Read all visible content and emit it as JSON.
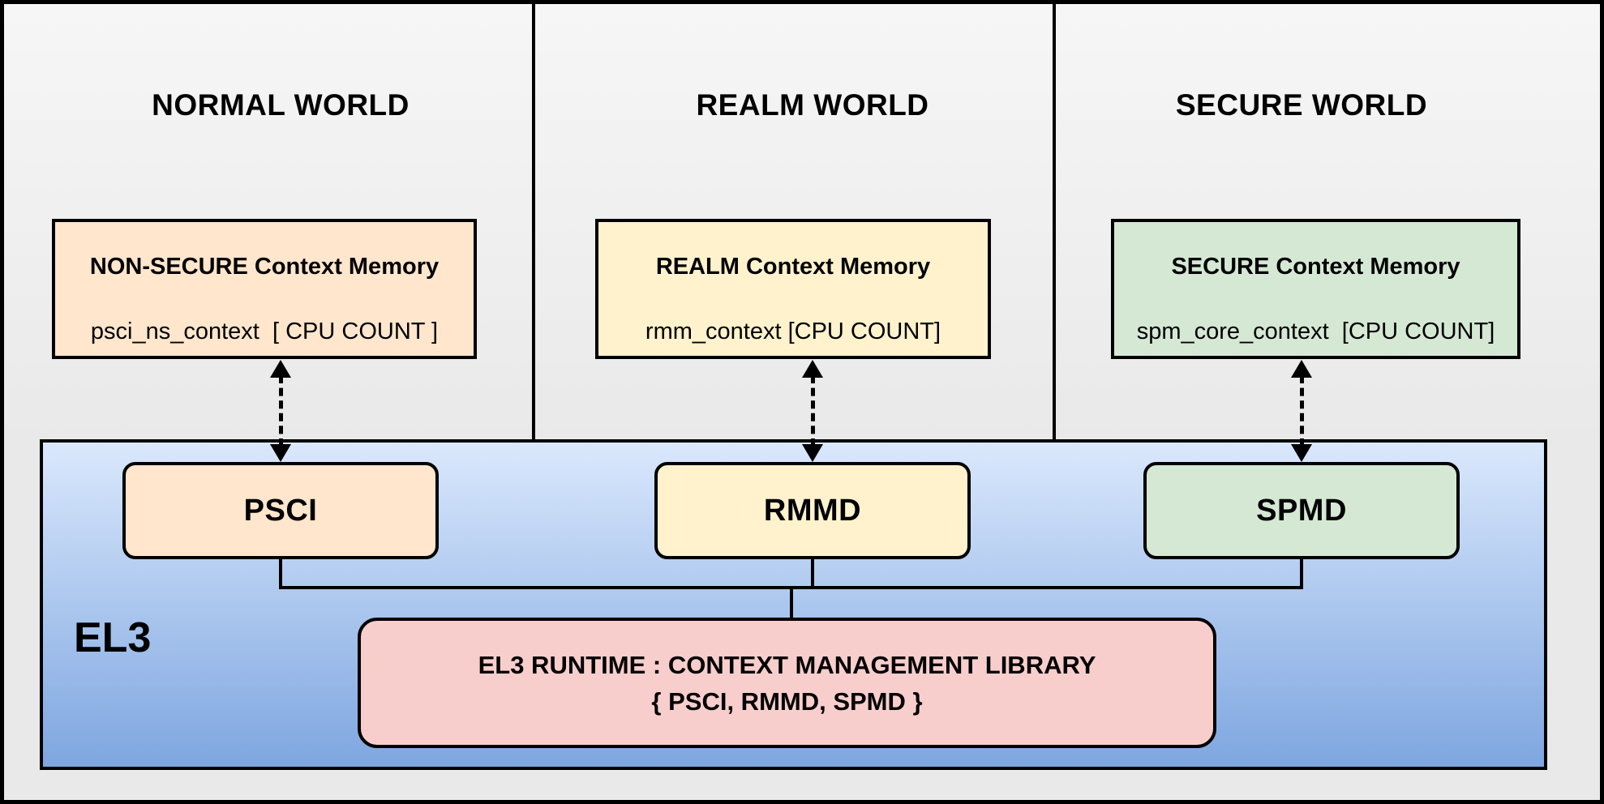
{
  "worlds": [
    {
      "title": "NORMAL WORLD",
      "memory": {
        "title": "NON-SECURE Context Memory",
        "value": "psci_ns_context  [ CPU COUNT ]"
      },
      "fill": "#ffe6cc"
    },
    {
      "title": "REALM WORLD",
      "memory": {
        "title": "REALM Context Memory",
        "value": "rmm_context [CPU COUNT]"
      },
      "fill": "#fff2cc"
    },
    {
      "title": "SECURE WORLD",
      "memory": {
        "title": "SECURE Context Memory",
        "value": "spm_core_context  [CPU COUNT]"
      },
      "fill": "#d5e8d4"
    }
  ],
  "el3": {
    "label": "EL3",
    "components": [
      {
        "label": "PSCI",
        "fill": "#ffe6cc"
      },
      {
        "label": "RMMD",
        "fill": "#fff2cc"
      },
      {
        "label": "SPMD",
        "fill": "#d5e8d4"
      }
    ],
    "runtime": {
      "line1": "EL3 RUNTIME : CONTEXT MANAGEMENT LIBRARY",
      "line2": "{ PSCI, RMMD, SPMD }",
      "fill": "#f8cecc"
    }
  },
  "colors": {
    "background": "#e9e9e9",
    "panel_top": "#f6f6f6",
    "panel_bottom": "#e9e9e9",
    "el3_gradient_top": "#dae8fc",
    "el3_gradient_bottom": "#7ea6e0",
    "border": "#000000"
  }
}
